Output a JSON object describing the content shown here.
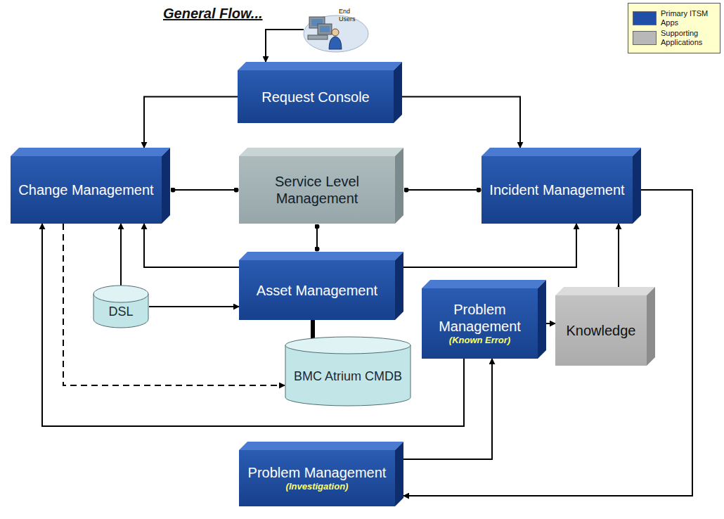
{
  "diagram": {
    "title": "General Flow...",
    "nodes": [
      {
        "text": [
          "End Users"
        ]
      },
      {
        "text": [
          "Request Console"
        ]
      },
      {
        "text": [
          "Change Management"
        ]
      },
      {
        "text": [
          "Service Level Management"
        ]
      },
      {
        "text": [
          "Incident Management"
        ]
      },
      {
        "text": [
          "DSL"
        ]
      },
      {
        "text": [
          "Asset Management"
        ]
      },
      {
        "text": [
          "BMC Atrium CMDB"
        ]
      },
      {
        "text": [
          "Problem Management",
          "(Known Error)"
        ]
      },
      {
        "text": [
          "Knowledge"
        ]
      },
      {
        "text": [
          "Problem Management",
          "(Investigation)"
        ]
      }
    ],
    "edges": [
      {
        "from": 0,
        "to": 1,
        "arrow": "to"
      },
      {
        "from": 1,
        "to": 2,
        "arrow": "to"
      },
      {
        "from": 1,
        "to": 4,
        "arrow": "to"
      },
      {
        "from": 2,
        "to": 3,
        "arrow": "none"
      },
      {
        "from": 3,
        "to": 4,
        "arrow": "none"
      },
      {
        "from": 3,
        "to": 6,
        "arrow": "none"
      },
      {
        "from": 6,
        "to": 2,
        "arrow": "to"
      },
      {
        "from": 6,
        "to": 4,
        "arrow": "to"
      },
      {
        "from": 5,
        "to": 2,
        "arrow": "to"
      },
      {
        "from": 5,
        "to": 6,
        "arrow": "to"
      },
      {
        "from": 6,
        "to": 7,
        "arrow": "none"
      },
      {
        "from": 2,
        "to": 7,
        "arrow": "to"
      },
      {
        "from": 8,
        "to": 2,
        "arrow": "to"
      },
      {
        "from": 8,
        "to": 9,
        "arrow": "to"
      },
      {
        "from": 9,
        "to": 4,
        "arrow": "to"
      },
      {
        "from": 4,
        "to": 10,
        "arrow": "to"
      },
      {
        "from": 10,
        "to": 8,
        "arrow": "to"
      }
    ],
    "legend": [
      {
        "text": "Primary ITSM Apps",
        "color": "#1f4fa8"
      },
      {
        "text": "Supporting Applications",
        "color": "#b8b8b8"
      }
    ]
  }
}
